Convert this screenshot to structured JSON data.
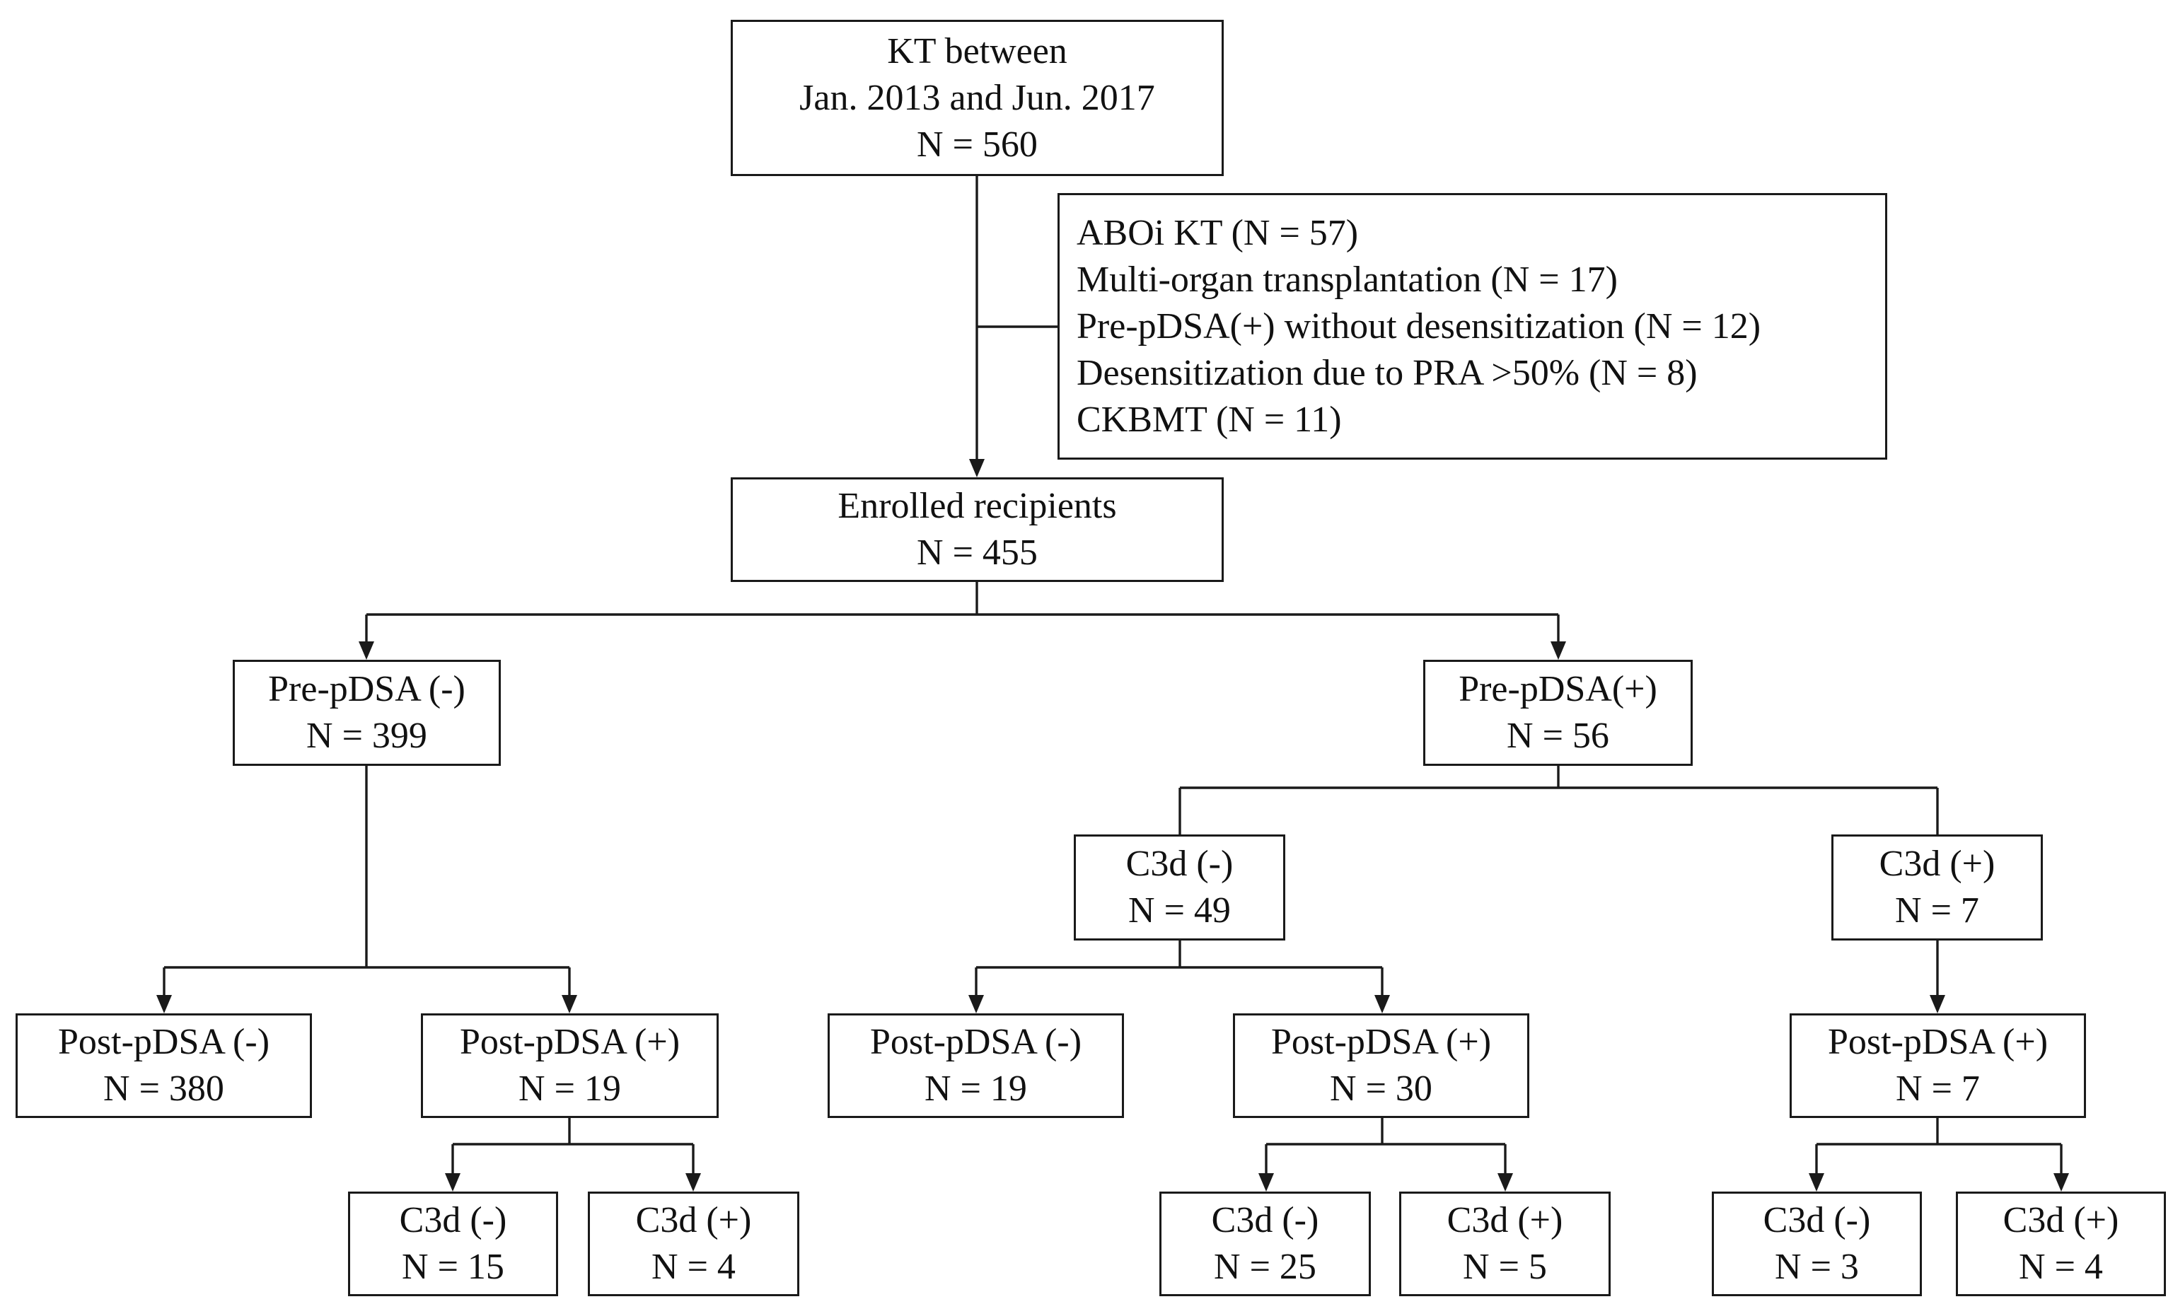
{
  "nodes": {
    "kt_total": {
      "lines": [
        "KT between",
        "Jan. 2013 and Jun. 2017",
        "N = 560"
      ]
    },
    "exclusions": {
      "lines": [
        "ABOi KT (N = 57)",
        "Multi-organ transplantation (N = 17)",
        "Pre-pDSA(+) without desensitization (N = 12)",
        "Desensitization due to PRA >50% (N = 8)",
        "CKBMT (N = 11)"
      ]
    },
    "enrolled": {
      "lines": [
        "Enrolled recipients",
        "N = 455"
      ]
    },
    "pre_neg": {
      "lines": [
        "Pre-pDSA (-)",
        "N = 399"
      ]
    },
    "pre_pos": {
      "lines": [
        "Pre-pDSA(+)",
        "N = 56"
      ]
    },
    "pre_pos_c3d_neg": {
      "lines": [
        "C3d (-)",
        "N = 49"
      ]
    },
    "pre_pos_c3d_pos": {
      "lines": [
        "C3d (+)",
        "N = 7"
      ]
    },
    "a_post_neg": {
      "lines": [
        "Post-pDSA (-)",
        "N = 380"
      ]
    },
    "a_post_pos": {
      "lines": [
        "Post-pDSA (+)",
        "N = 19"
      ]
    },
    "b_post_neg": {
      "lines": [
        "Post-pDSA (-)",
        "N = 19"
      ]
    },
    "b_post_pos": {
      "lines": [
        "Post-pDSA (+)",
        "N = 30"
      ]
    },
    "c_post_pos": {
      "lines": [
        "Post-pDSA (+)",
        "N = 7"
      ]
    },
    "a_c3d_neg": {
      "lines": [
        "C3d (-)",
        "N = 15"
      ]
    },
    "a_c3d_pos": {
      "lines": [
        "C3d (+)",
        "N = 4"
      ]
    },
    "b_c3d_neg": {
      "lines": [
        "C3d (-)",
        "N = 25"
      ]
    },
    "b_c3d_pos": {
      "lines": [
        "C3d (+)",
        "N = 5"
      ]
    },
    "c_c3d_neg": {
      "lines": [
        "C3d (-)",
        "N = 3"
      ]
    },
    "c_c3d_pos": {
      "lines": [
        "C3d (+)",
        "N = 4"
      ]
    }
  },
  "edges": [
    {
      "from": "kt_total",
      "to": "enrolled",
      "type": "arrow"
    },
    {
      "from": "kt_total",
      "to": "exclusions",
      "type": "exclusion"
    },
    {
      "from": "enrolled",
      "to": "pre_neg",
      "type": "arrow"
    },
    {
      "from": "enrolled",
      "to": "pre_pos",
      "type": "arrow"
    },
    {
      "from": "pre_pos",
      "to": "pre_pos_c3d_neg",
      "type": "line"
    },
    {
      "from": "pre_pos",
      "to": "pre_pos_c3d_pos",
      "type": "line"
    },
    {
      "from": "pre_neg",
      "to": "a_post_neg",
      "type": "arrow"
    },
    {
      "from": "pre_neg",
      "to": "a_post_pos",
      "type": "arrow"
    },
    {
      "from": "pre_pos_c3d_neg",
      "to": "b_post_neg",
      "type": "arrow"
    },
    {
      "from": "pre_pos_c3d_neg",
      "to": "b_post_pos",
      "type": "arrow"
    },
    {
      "from": "pre_pos_c3d_pos",
      "to": "c_post_pos",
      "type": "arrow"
    },
    {
      "from": "a_post_pos",
      "to": "a_c3d_neg",
      "type": "arrow"
    },
    {
      "from": "a_post_pos",
      "to": "a_c3d_pos",
      "type": "arrow"
    },
    {
      "from": "b_post_pos",
      "to": "b_c3d_neg",
      "type": "arrow"
    },
    {
      "from": "b_post_pos",
      "to": "b_c3d_pos",
      "type": "arrow"
    },
    {
      "from": "c_post_pos",
      "to": "c_c3d_neg",
      "type": "arrow"
    },
    {
      "from": "c_post_pos",
      "to": "c_c3d_pos",
      "type": "arrow"
    }
  ]
}
